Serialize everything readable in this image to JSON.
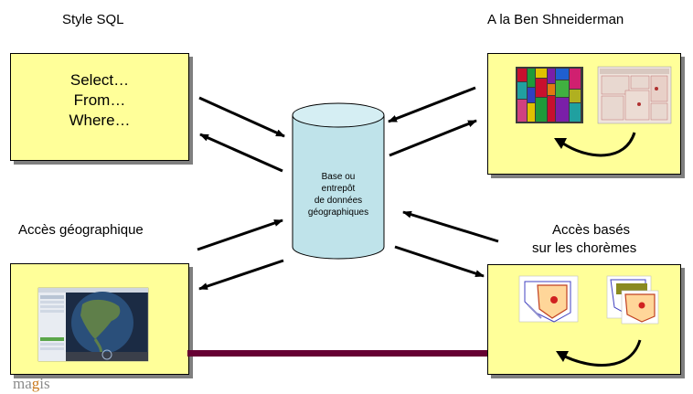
{
  "titles": {
    "sql": "Style SQL",
    "shneiderman": "A la Ben Shneiderman",
    "geo": "Accès géographique",
    "choremes_line1": "Accès basés",
    "choremes_line2": "sur les chorèmes"
  },
  "sql_box": {
    "lines": [
      "Select…",
      "From…",
      "Where…"
    ]
  },
  "database": {
    "lines": [
      "Base ou",
      "entrepôt",
      "de données",
      "géographiques"
    ]
  },
  "logo": {
    "text_before": "ma",
    "text_mark": "g",
    "text_after": "is"
  },
  "colors": {
    "box_fill": "#ffff99",
    "cylinder_fill": "#bfe3ea",
    "connector": "#660033"
  }
}
